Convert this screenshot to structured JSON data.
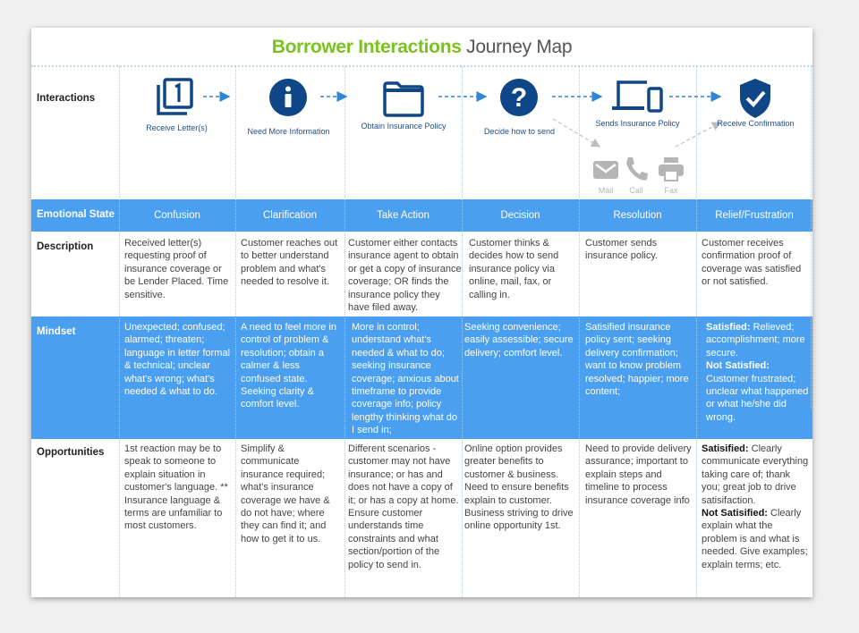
{
  "title": {
    "highlight": "Borrower Interactions",
    "rest": "Journey Map"
  },
  "colors": {
    "accent_green": "#7ac21f",
    "band_blue": "#4a9ff0",
    "icon_navy": "#0e4687",
    "arrow_blue": "#2f86d8",
    "grey": "#b5b5b5"
  },
  "rows": {
    "interactions": "Interactions",
    "emotional_state": "Emotional State",
    "description": "Description",
    "mindset": "Mindset",
    "opportunities": "Opportunities"
  },
  "interactions": [
    {
      "icon": "stacked-letters-icon",
      "label": "Receive Letter(s)"
    },
    {
      "icon": "info-circle-icon",
      "label": "Need More Information"
    },
    {
      "icon": "folder-icon",
      "label": "Obtain Insurance Policy"
    },
    {
      "icon": "question-circle-icon",
      "label": "Decide how to send"
    },
    {
      "icon": "devices-icon",
      "label": "Sends Insurance Policy"
    },
    {
      "icon": "shield-check-icon",
      "label": "Receive Confirmation"
    }
  ],
  "channels": [
    {
      "icon": "mail-icon",
      "label": "Mail"
    },
    {
      "icon": "phone-icon",
      "label": "Call"
    },
    {
      "icon": "printer-icon",
      "label": "Fax"
    }
  ],
  "emotional_states": [
    "Confusion",
    "Clarification",
    "Take Action",
    "Decision",
    "Resolution",
    "Relief/Frustration"
  ],
  "descriptions": [
    "Received letter(s) requesting proof of insurance coverage or be Lender Placed. Time sensitive.",
    "Customer reaches out to better understand problem and what's needed to resolve it.",
    "Customer either contacts insurance agent to obtain or get a copy of insurance coverage; OR finds the insurance policy they have filed away.",
    "Customer thinks & decides how to send insurance policy via online, mail, fax, or calling in.",
    "Customer sends insurance policy.",
    "Customer receives confirmation  proof of coverage was satisfied or not satisfied."
  ],
  "mindsets": [
    "Unexpected; confused; alarmed; threaten; language in letter formal & technical; unclear what's wrong; what's needed & what to do.",
    "A need to feel more in control of problem & resolution; obtain a calmer & less confused state. Seeking clarity & comfort level.",
    "More in control; understand what's needed & what to do; seeking insurance coverage; anxious about timeframe to provide coverage info; policy lengthy thinking what do I send in;",
    "Seeking convenience; easily assessible; secure delivery; comfort level.",
    "Satisified insurance policy sent; seeking delivery confirmation; want to know problem resolved; happier; more content;",
    {
      "sat_label": "Satisfied:",
      "sat_text": " Relieved; accomplishment; more secure.",
      "notsat_label": "Not Satisfied:",
      "notsat_text": "Customer frustrated; unclear what happened or what he/she did wrong."
    }
  ],
  "opportunities": [
    "1st reaction may be to speak to someone to explain situation in customer's language. ** Insurance language & terms are unfamiliar to most customers.",
    "Simplify & communicate insurance required; what's insurance coverage we have & do not have; where they can find it; and how to get it to us.",
    "Different scenarios - customer may not have insurance; or has and does not have a copy of it; or has a copy at home. Ensure customer understands time constraints and what section/portion of the policy to send in.",
    "Online option provides greater benefits to customer & business. Need to ensure benefits explain to customer. Business striving to drive online opportunity 1st.",
    "Need to provide delivery assurance; important to explain steps and timeline to process insurance coverage info",
    {
      "sat_label": "Satisified:",
      "sat_text": " Clearly communicate everything taking care of; thank you; great job to drive satisifaction.",
      "notsat_label": "Not Satisified:",
      "notsat_text": " Clearly explain what the problem is and what is needed. Give examples; explain terms; etc."
    }
  ]
}
